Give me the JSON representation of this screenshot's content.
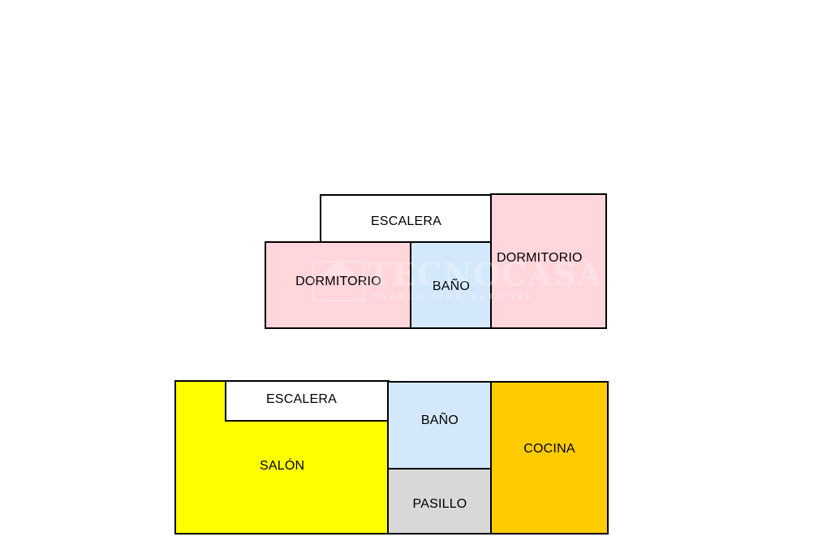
{
  "colors": {
    "dormitorio": "#ffd6dc",
    "bano": "#d4e8fb",
    "escalera": "#ffffff",
    "salon": "#ffff00",
    "cocina": "#ffcc00",
    "pasillo": "#d8d8d8",
    "outline": "#000000"
  },
  "upper_floor": {
    "escalera": "ESCALERA",
    "dormitorio_left": "DORMITORIO",
    "bano": "BAÑO",
    "dormitorio_right": "DORMITORIO"
  },
  "lower_floor": {
    "salon": "SALÓN",
    "escalera": "ESCALERA",
    "bano": "BAÑO",
    "pasillo": "PASILLO",
    "cocina": "COCINA"
  },
  "watermark": {
    "brand": "TECNOCASA",
    "tagline": "FRANCHISING NETWORK",
    "icon": "house-logo-icon"
  }
}
